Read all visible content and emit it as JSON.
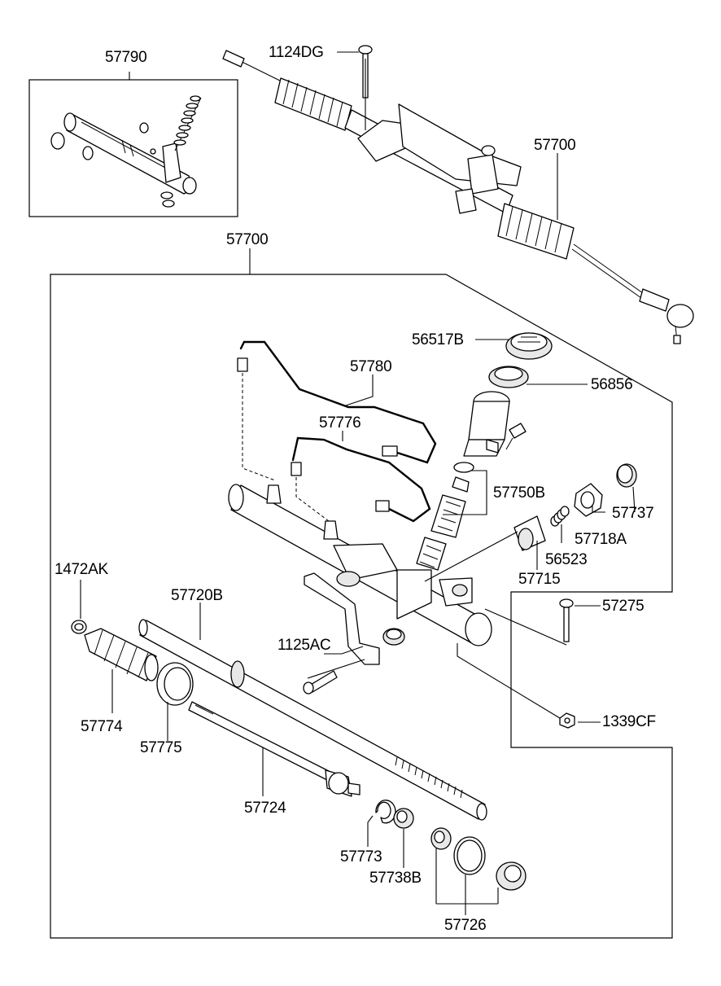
{
  "labels": {
    "p57790": "57790",
    "p1124DG": "1124DG",
    "p57700_top": "57700",
    "p57700_main": "57700",
    "p56517B": "56517B",
    "p56856": "56856",
    "p57780": "57780",
    "p57776": "57776",
    "p57750B": "57750B",
    "p57737": "57737",
    "p57718A": "57718A",
    "p56523": "56523",
    "p57715": "57715",
    "p1472AK": "1472AK",
    "p57720B": "57720B",
    "p57275": "57275",
    "p1125AC": "1125AC",
    "p57774": "57774",
    "p57775": "57775",
    "p1339CF": "1339CF",
    "p57724": "57724",
    "p57773": "57773",
    "p57738B": "57738B",
    "p57726": "57726"
  }
}
